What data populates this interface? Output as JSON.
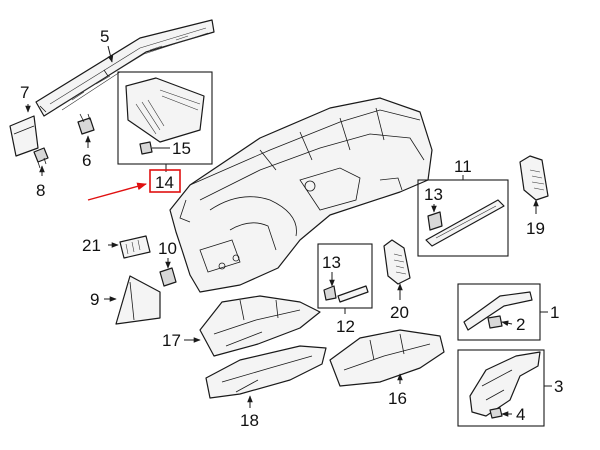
{
  "callouts": {
    "c1": "1",
    "c2": "2",
    "c3": "3",
    "c4": "4",
    "c5": "5",
    "c6": "6",
    "c7": "7",
    "c8": "8",
    "c9": "9",
    "c10": "10",
    "c11": "11",
    "c12": "12",
    "c13a": "13",
    "c13b": "13",
    "c14": "14",
    "c15": "15",
    "c16": "16",
    "c17": "17",
    "c18": "18",
    "c19": "19",
    "c20": "20",
    "c21": "21"
  },
  "colors": {
    "highlight": "#e01010",
    "line": "#1a1a1a"
  }
}
